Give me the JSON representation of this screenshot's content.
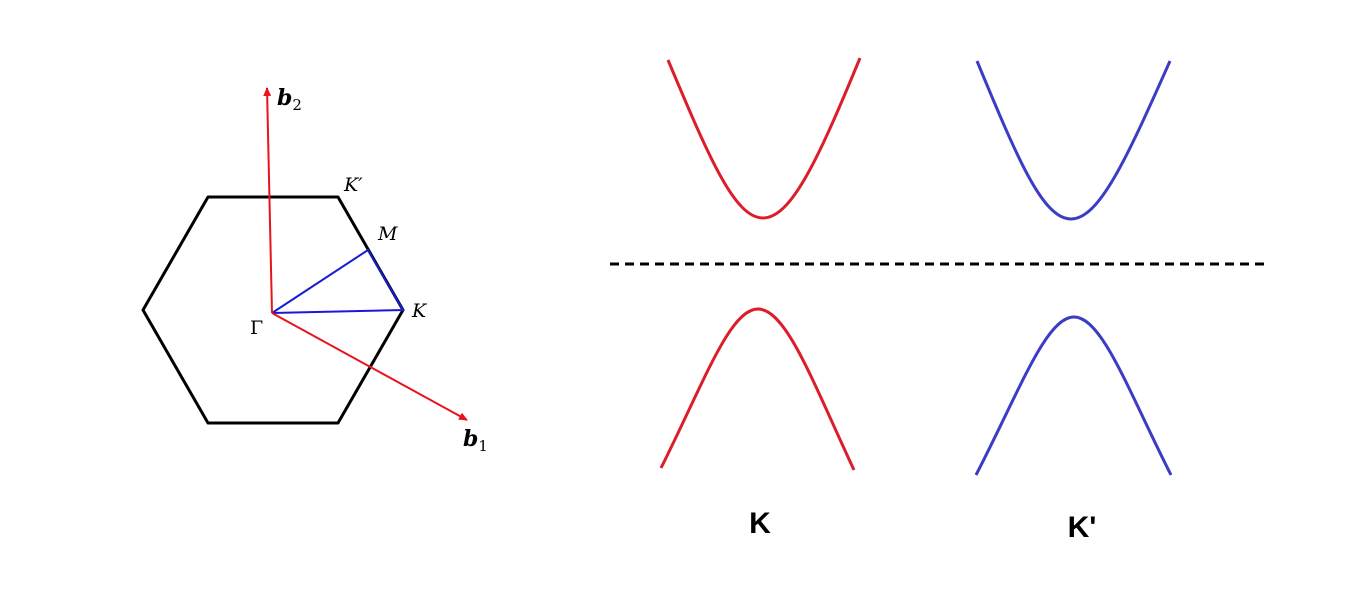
{
  "brillouin_zone": {
    "vector_b1": {
      "symbol": "b",
      "subscript": "1"
    },
    "vector_b2": {
      "symbol": "b",
      "subscript": "2"
    },
    "points": {
      "gamma": "Γ",
      "k": "K",
      "k_prime": "K′",
      "m": "M"
    }
  },
  "bands": {
    "valley_k_label": "K",
    "valley_k_prime_label": "K'"
  },
  "colors": {
    "hexagon": "#000000",
    "reciprocal_vectors": "#e8141c",
    "path": "#1a1ad6",
    "k_valley_bands": "#dc1e2a",
    "k_prime_valley_bands": "#3c3cc4",
    "fermi_level": "#000000"
  }
}
